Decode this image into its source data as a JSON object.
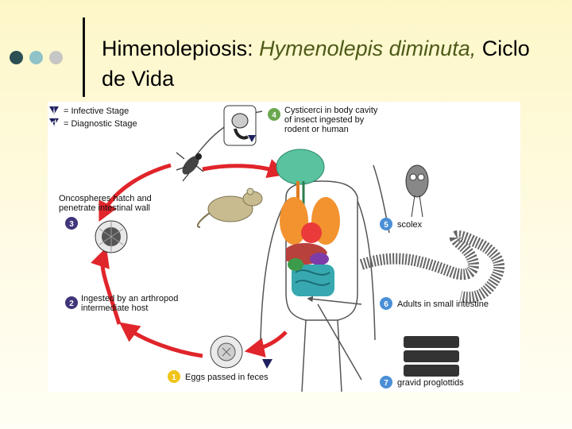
{
  "title": {
    "prefix": "Himenolepiosis: ",
    "scientific": "Hymenolepis diminuta,",
    "suffix": " Ciclo de Vida"
  },
  "colors": {
    "dot1": "#2c4f53",
    "dot2": "#8fc3c8",
    "dot3": "#c6c6c6",
    "arrow": "#e0252b",
    "stage_infective": "#1f1f5f",
    "stage_diagnostic": "#1f1f5f",
    "step_4": "#6aa84f",
    "step_5": "#4a8fd6",
    "step_6": "#4a8fd6",
    "step_7": "#4a8fd6",
    "step_3": "#40357a",
    "step_2": "#40357a",
    "step_1": "#f0c419"
  },
  "legend": {
    "infective": {
      "marker": "i",
      "text": "= Infective Stage"
    },
    "diagnostic": {
      "marker": "d",
      "text": "= Diagnostic Stage"
    }
  },
  "steps": {
    "s1": {
      "number": "1",
      "text": "Eggs passed in feces"
    },
    "s2": {
      "number": "2",
      "line1": "Ingested by an arthropod",
      "line2": "intermediate host"
    },
    "s3": {
      "number": "3",
      "line1": "Oncospheres hatch and",
      "line2": "penetrate intestinal wall"
    },
    "s4": {
      "number": "4",
      "line1": "Cysticerci in body cavity",
      "line2": "of insect ingested by",
      "line3": "rodent or human"
    },
    "s5": {
      "number": "5",
      "text": "scolex"
    },
    "s6": {
      "number": "6",
      "text": "Adults in small intestine"
    },
    "s7": {
      "number": "7",
      "text": "gravid proglottids"
    }
  },
  "icons": [
    "infective-stage-icon",
    "diagnostic-stage-icon",
    "insect-icon",
    "rat-icon",
    "human-body-icon",
    "egg-icon",
    "oncosphere-icon",
    "cysticercoid-icon",
    "scolex-icon",
    "adult-worm-icon",
    "proglottids-icon"
  ]
}
